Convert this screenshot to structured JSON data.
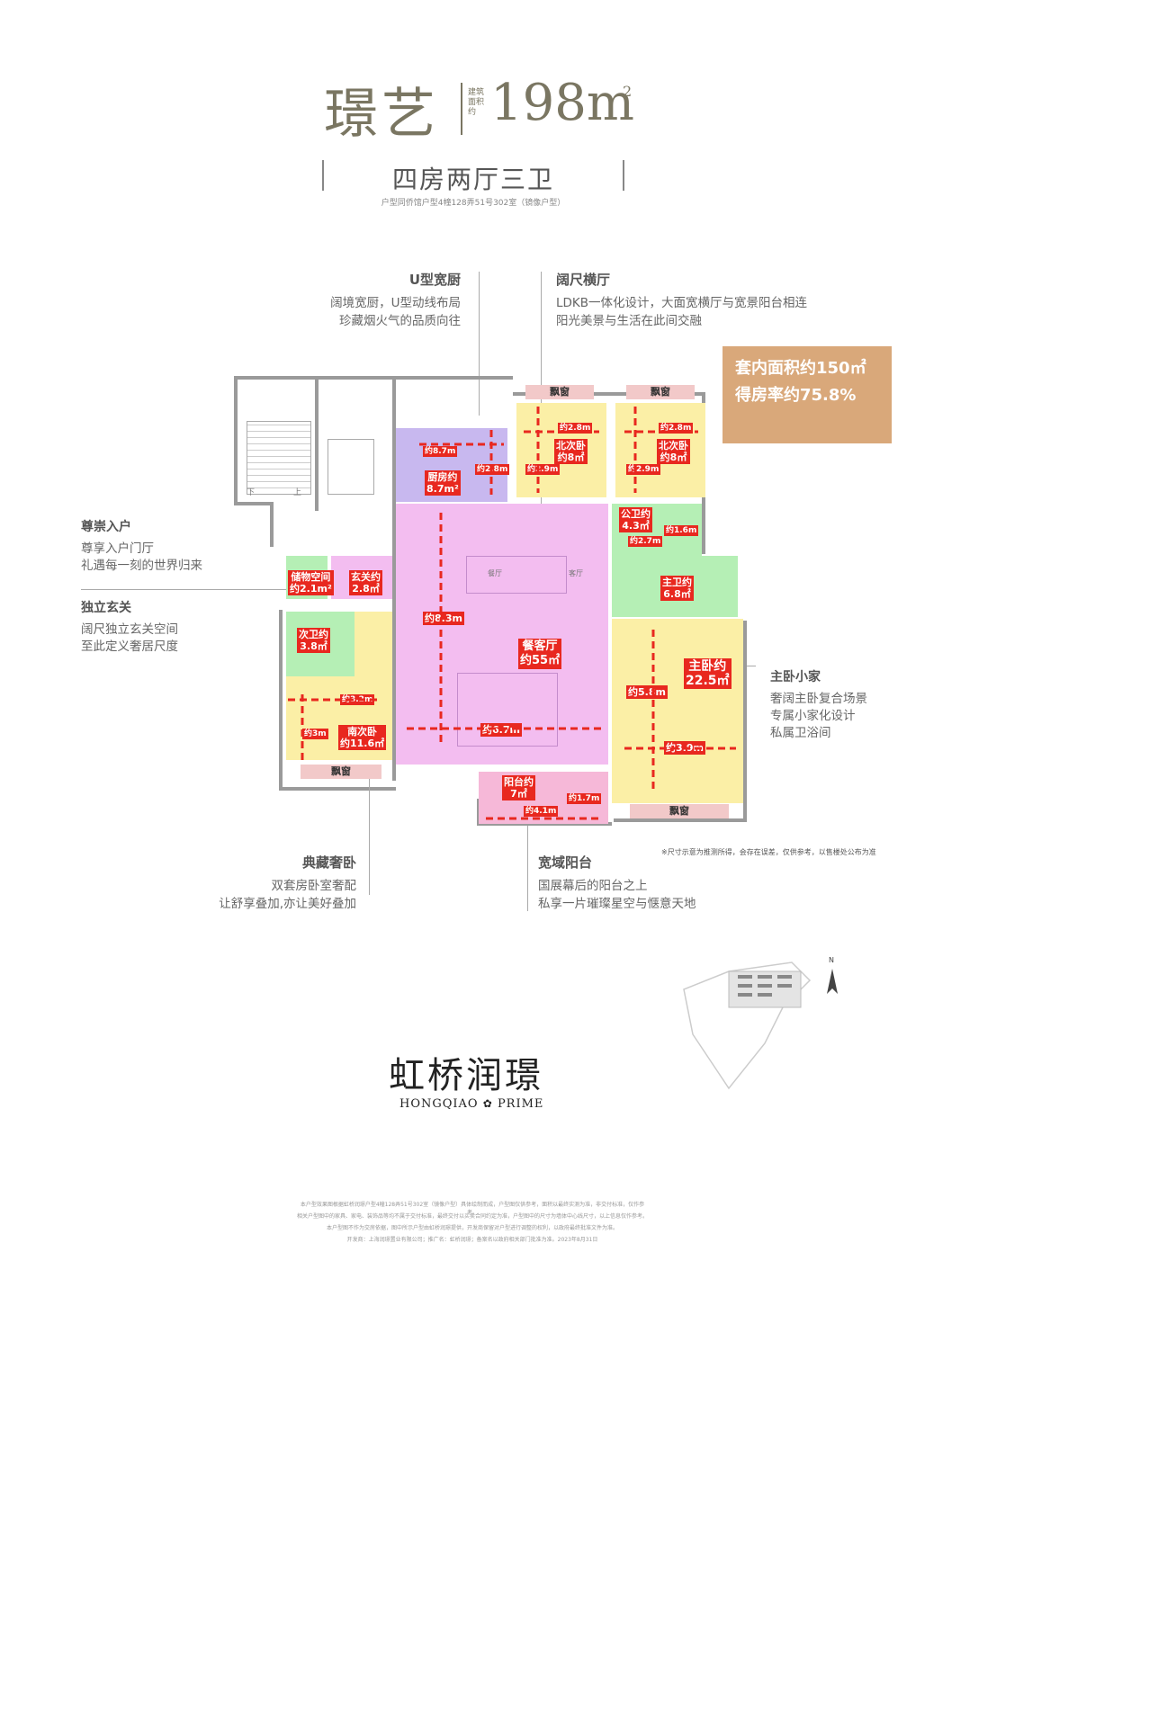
{
  "header": {
    "name": "璟艺",
    "area_prefix": "建筑面积约",
    "area_value": "198m",
    "area_unit_sup": "2",
    "layout": "四房两厅三卫",
    "note": "户型同侨馆户型4幢128弄51号302室（镜像户型）"
  },
  "callouts": {
    "kitchen": {
      "title": "U型宽厨",
      "lines": [
        "阔境宽厨，U型动线布局",
        "珍藏烟火气的品质向往"
      ]
    },
    "living": {
      "title": "阔尺横厅",
      "lines": [
        "LDKB一体化设计，大面宽横厅与宽景阳台相连",
        "阳光美景与生活在此间交融"
      ]
    },
    "entry": {
      "title": "尊崇入户",
      "lines": [
        "尊享入户门厅",
        "礼遇每一刻的世界归来"
      ]
    },
    "foyer": {
      "title": "独立玄关",
      "lines": [
        "阔尺独立玄关空间",
        "至此定义奢居尺度"
      ]
    },
    "master": {
      "title": "主卧小家",
      "lines": [
        "奢阔主卧复合场景",
        "专属小家化设计",
        "私属卫浴间"
      ]
    },
    "bedroom": {
      "title": "典藏奢卧",
      "lines": [
        "双套房卧室奢配",
        "让舒享叠加,亦让美好叠加"
      ]
    },
    "balcony": {
      "title": "宽域阳台",
      "lines": [
        "国展幕后的阳台之上",
        "私享一片璀璨星空与惬意天地"
      ]
    }
  },
  "stats": {
    "line1": "套内面积约150㎡",
    "line2": "得房率约75.8%"
  },
  "rooms": {
    "kitchen": {
      "name": "厨房约",
      "area": "8.7m²",
      "dim_w": "约8.7m",
      "dim_h": "约2.8m"
    },
    "north1": {
      "name": "北次卧",
      "area": "约8㎡",
      "dim_w": "约2.8m",
      "dim_h": "约2.9m"
    },
    "north2": {
      "name": "北次卧",
      "area": "约8㎡",
      "dim_w": "约2.8m",
      "dim_h": "约2.9m"
    },
    "public_bath": {
      "name": "公卫约",
      "area": "4.3㎡",
      "dim_w": "约2.7m",
      "dim_h": "约1.6m"
    },
    "master_bath": {
      "name": "主卫约",
      "area": "6.8㎡"
    },
    "storage": {
      "name": "储物空间",
      "area": "约2.1m²"
    },
    "foyer": {
      "name": "玄关约",
      "area": "2.8㎡"
    },
    "second_bath": {
      "name": "次卫约",
      "area": "3.8㎡"
    },
    "living": {
      "name": "餐客厅",
      "area": "约55㎡",
      "dim_h": "约8.3m",
      "dim_w": "约6.7m"
    },
    "south": {
      "name": "南次卧",
      "area": "约11.6㎡",
      "dim_w": "约3.2m",
      "dim_h": "约3m"
    },
    "master": {
      "name": "主卧约",
      "area": "22.5㎡",
      "dim_h": "约5.8m",
      "dim_w": "约3.9m"
    },
    "balcony": {
      "name": "阳台约",
      "area": "7㎡",
      "dim_w": "约4.1m",
      "dim_h": "约1.7m"
    }
  },
  "windows": {
    "label": "飘窗"
  },
  "plan_labels": {
    "down": "下",
    "up": "上",
    "dining": "餐厅",
    "living_small": "客厅"
  },
  "disclaimer": "※尺寸示意为推测所得，会存在误差，仅供参考，以售楼处公布为准",
  "compass": "N",
  "logo": {
    "cn": "虹桥润璟",
    "en_left": "HONGQIAO",
    "en_right": "PRIME"
  },
  "fine_print": {
    "line1": "本户型效果图根据虹桥润璟户型4幢128弄51号302室（镜像户型）具体绘制而成，户型图仅供参考，面积以最终实测为准，非交付标准，仅作参考。",
    "line2": "相关户型图中的家具、家电、装饰品等均不属于交付标准，最终交付以买卖合同约定为准，户型图中的尺寸为墙体中心线尺寸，以上信息仅作参考。",
    "line3": "本户型图不作为交房依据，图中所示户型由虹桥润璟提供，开发商保留对户型进行调整的权利，以政府最终批准文件为准。",
    "line4": "开发商：上海润璟置业有限公司；推广名：虹桥润璟；备案名以政府相关部门批准为准。2023年8月31日"
  }
}
